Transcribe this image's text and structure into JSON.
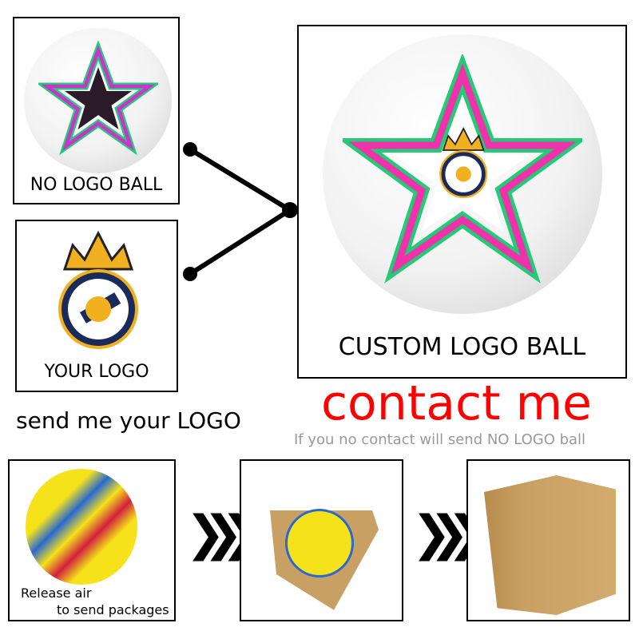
{
  "panels": {
    "no_logo": {
      "label": "NO LOGO BALL"
    },
    "your_logo": {
      "label": "YOUR LOGO"
    },
    "custom_logo": {
      "label": "CUSTOM LOGO BALL"
    }
  },
  "captions": {
    "send_logo": "send me your LOGO",
    "contact": "contact me",
    "warning": "If you no contact will send NO LOGO ball"
  },
  "steps": [
    {
      "label_line1": "Release air",
      "label_line2": "to send packages"
    },
    {
      "label_line1": "",
      "label_line2": ""
    },
    {
      "label_line1": "",
      "label_line2": ""
    }
  ],
  "colors": {
    "contact": "#ff0000",
    "warning": "#999999",
    "box": "#c8a063",
    "ball_yellow": "#f5e21a"
  }
}
